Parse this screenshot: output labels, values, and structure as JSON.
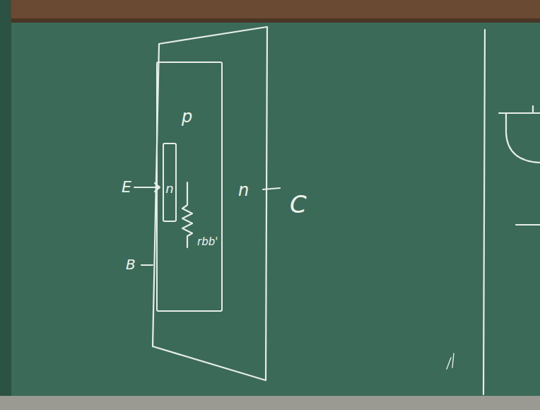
{
  "diagram": {
    "nodes": [
      {
        "text": [
          "n"
        ]
      },
      {
        "text": [
          "p"
        ],
        "in": 0
      },
      {
        "text": [
          "n"
        ],
        "in": 1
      }
    ],
    "labels": [
      "E",
      "B",
      "C",
      "rbb'"
    ]
  }
}
